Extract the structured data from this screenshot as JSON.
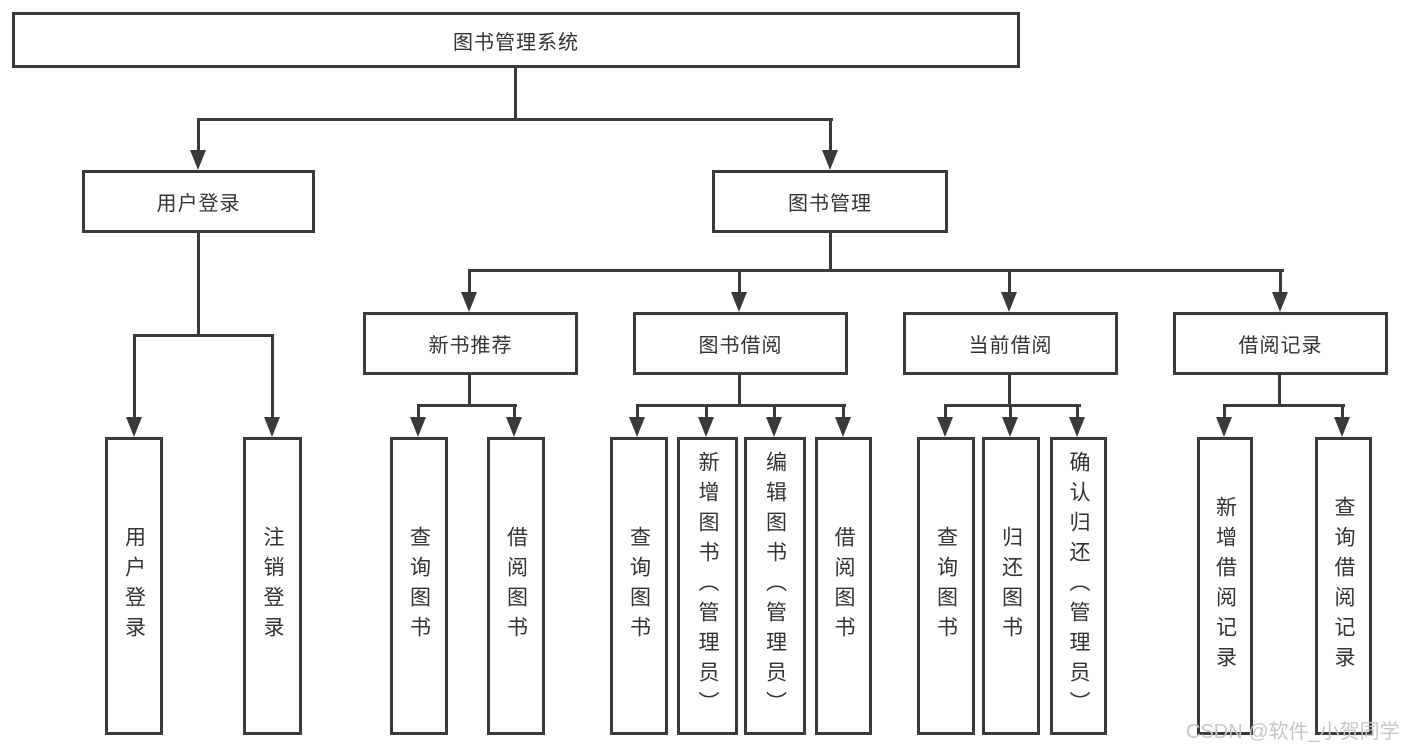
{
  "diagram_title": "图书管理系统",
  "colors": {
    "line": "#3a3a3a",
    "box_border": "#3a3a3a",
    "box_fill": "#ffffff",
    "text": "#333333",
    "watermark": "#c5c5ca",
    "background": "#ffffff"
  },
  "nodes": {
    "root": {
      "label": "图书管理系统"
    },
    "level2": [
      {
        "label": "用户登录"
      },
      {
        "label": "图书管理"
      }
    ],
    "level3": [
      {
        "label": "新书推荐",
        "parent": "图书管理"
      },
      {
        "label": "图书借阅",
        "parent": "图书管理"
      },
      {
        "label": "当前借阅",
        "parent": "图书管理"
      },
      {
        "label": "借阅记录",
        "parent": "图书管理"
      }
    ],
    "leaves": [
      {
        "label": "用户登录",
        "parent": "用户登录"
      },
      {
        "label": "注销登录",
        "parent": "用户登录"
      },
      {
        "label": "查询图书",
        "parent": "新书推荐"
      },
      {
        "label": "借阅图书",
        "parent": "新书推荐"
      },
      {
        "label": "查询图书",
        "parent": "图书借阅"
      },
      {
        "label": "新增图书（管理员）",
        "parent": "图书借阅"
      },
      {
        "label": "编辑图书（管理员）",
        "parent": "图书借阅"
      },
      {
        "label": "借阅图书",
        "parent": "图书借阅"
      },
      {
        "label": "查询图书",
        "parent": "当前借阅"
      },
      {
        "label": "归还图书",
        "parent": "当前借阅"
      },
      {
        "label": "确认归还（管理员）",
        "parent": "当前借阅"
      },
      {
        "label": "新增借阅记录",
        "parent": "借阅记录"
      },
      {
        "label": "查询借阅记录",
        "parent": "借阅记录"
      }
    ]
  },
  "watermark": "CSDN @软件_小贺同学"
}
